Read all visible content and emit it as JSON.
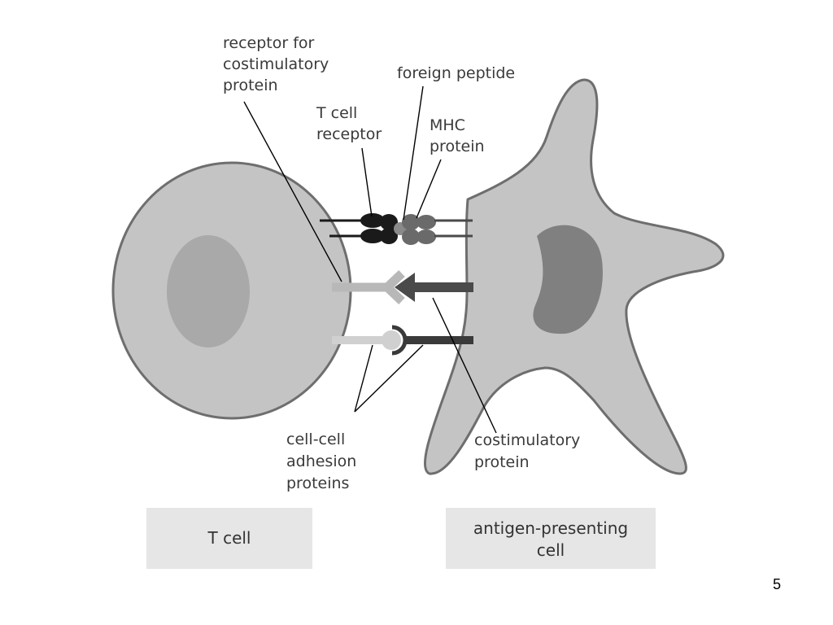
{
  "labels": {
    "receptor_costim": [
      "receptor for",
      "costimulatory",
      "protein"
    ],
    "foreign_peptide": "foreign peptide",
    "t_cell_receptor": [
      "T cell",
      "receptor"
    ],
    "mhc_protein": [
      "MHC",
      "protein"
    ],
    "adhesion": [
      "cell-cell",
      "adhesion",
      "proteins"
    ],
    "costim_protein": [
      "costimulatory",
      "protein"
    ]
  },
  "boxes": {
    "t_cell": "T cell",
    "apc": [
      "antigen-presenting",
      "cell"
    ]
  },
  "page_number": "5",
  "colors": {
    "cell_fill": "#c4c4c4",
    "cell_outline": "#6e6e6e",
    "nucleus_t": "#a9a9a9",
    "nucleus_apc": "#808080",
    "box_fill": "#e6e6e6",
    "receptor_dark": "#1a1a1a",
    "mhc_gray": "#6a6a6a",
    "arrow_dark": "#4a4a4a",
    "light_protein": "#b8b8b8"
  }
}
